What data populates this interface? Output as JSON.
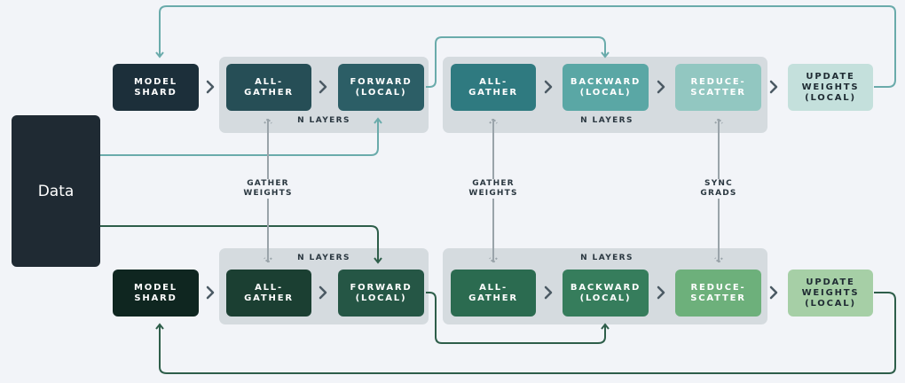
{
  "data_label": "Data",
  "top_row": {
    "model_shard": "MODEL\nSHARD",
    "all_gather_fwd": "ALL-\nGATHER",
    "forward": "FORWARD\n(LOCAL)",
    "all_gather_bwd": "ALL-\nGATHER",
    "backward": "BACKWARD\n(LOCAL)",
    "reduce_scatter": "REDUCE-\nSCATTER",
    "update": "UPDATE\nWEIGHTS\n(LOCAL)",
    "group_label_fwd": "N LAYERS",
    "group_label_bwd": "N LAYERS"
  },
  "bottom_row": {
    "model_shard": "MODEL\nSHARD",
    "all_gather_fwd": "ALL-\nGATHER",
    "forward": "FORWARD\n(LOCAL)",
    "all_gather_bwd": "ALL-\nGATHER",
    "backward": "BACKWARD\n(LOCAL)",
    "reduce_scatter": "REDUCE-\nSCATTER",
    "update": "UPDATE\nWEIGHTS\n(LOCAL)",
    "group_label_fwd": "N LAYERS",
    "group_label_bwd": "N LAYERS"
  },
  "connectors": {
    "gather_weights_fwd": "GATHER\nWEIGHTS",
    "gather_weights_bwd": "GATHER\nWEIGHTS",
    "sync_grads": "SYNC\nGRADS"
  },
  "colors": {
    "top_arrow": "#6aabab",
    "bottom_arrow": "#2e5e4a",
    "step_arrow": "#4b5a64",
    "dotted": "#9aa4aa",
    "group_bg": "#d5dbdf",
    "top_model_shard": "#1c2f3a",
    "top_all_gather_fwd": "#264e56",
    "top_forward": "#2c5e66",
    "top_all_gather_bwd": "#2f7a80",
    "top_backward": "#5aa7a5",
    "top_reduce_scatter": "#92c7c1",
    "top_update": "#c4e0dc",
    "bottom_model_shard": "#0f2620",
    "bottom_all_gather_fwd": "#1b3f32",
    "bottom_forward": "#255645",
    "bottom_all_gather_bwd": "#2b6b50",
    "bottom_backward": "#367d5c",
    "bottom_reduce_scatter": "#6db07b",
    "bottom_update": "#a6cfa6"
  }
}
